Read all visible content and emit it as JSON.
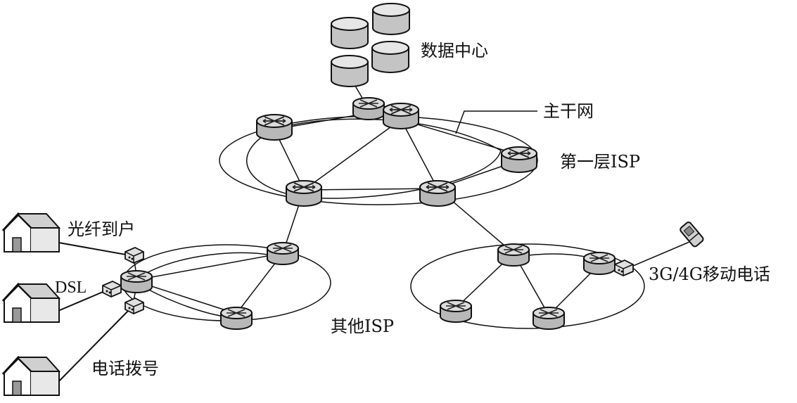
{
  "labels": {
    "data_center": "数据中心",
    "backbone": "主干网",
    "tier1_isp": "第一层ISP",
    "ftth": "光纤到户",
    "dsl": "DSL",
    "dialup": "电话拨号",
    "other_isp": "其他ISP",
    "mobile": "3G/4G移动电话"
  },
  "colors": {
    "line": "#111111",
    "router_top": "#dcdcdc",
    "router_side": "#b8b8b8",
    "server_top": "#e6e6e6",
    "server_side": "#c4c4c4"
  },
  "icons": {
    "router": "router-icon",
    "server": "database-server-icon",
    "house": "house-icon",
    "modem": "modem-icon",
    "phone": "mobile-phone-icon"
  }
}
